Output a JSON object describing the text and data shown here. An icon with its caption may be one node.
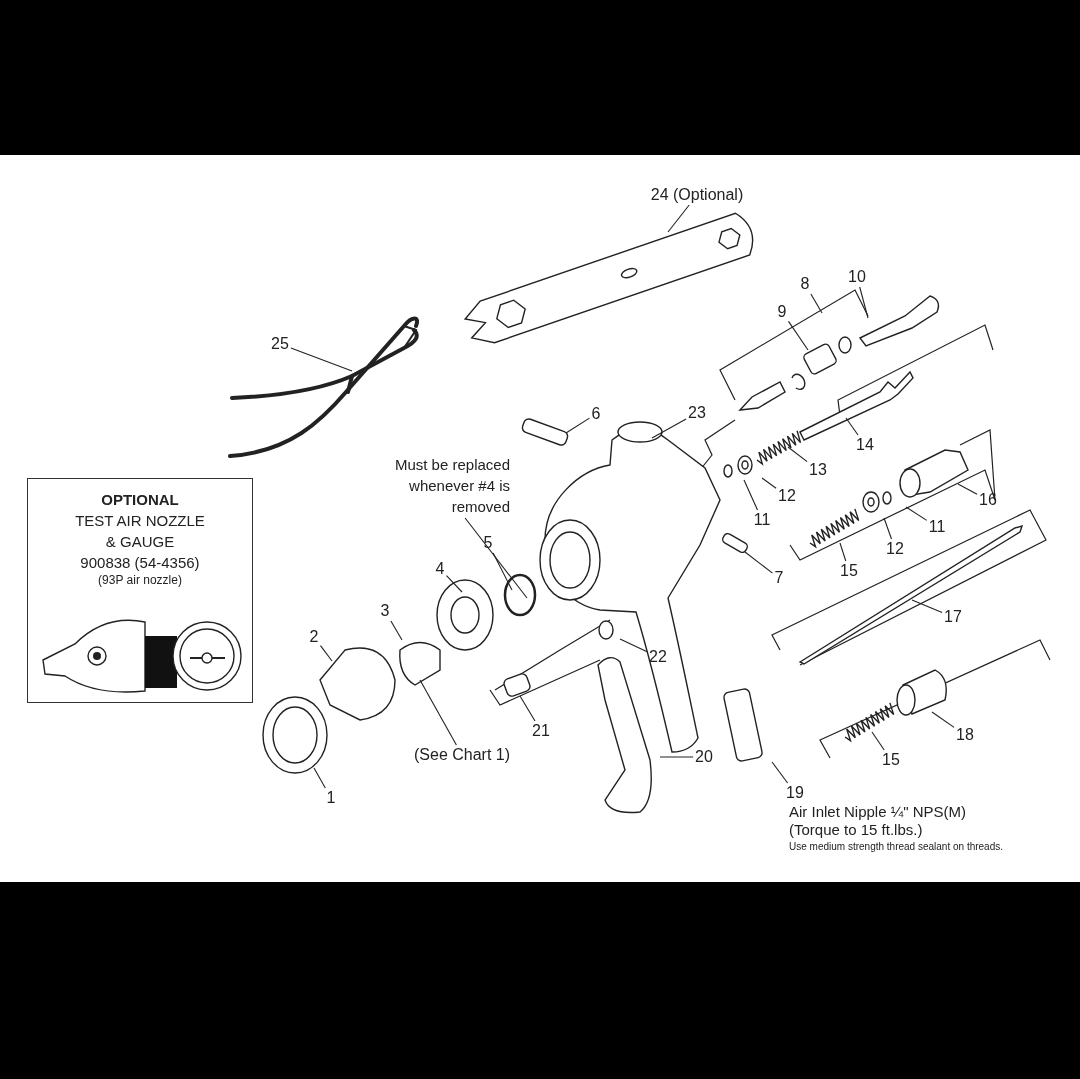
{
  "diagram": {
    "nodes": [
      {
        "text": [
          "24 (Optional)"
        ]
      },
      {
        "text": [
          "25"
        ]
      },
      {
        "text": [
          "8"
        ]
      },
      {
        "text": [
          "10"
        ]
      },
      {
        "text": [
          "9"
        ]
      },
      {
        "text": [
          "6"
        ]
      },
      {
        "text": [
          "23"
        ]
      },
      {
        "text": [
          "Must be replaced whenever #4 is removed"
        ]
      },
      {
        "text": [
          "OPTIONAL",
          "TEST AIR NOZZLE & GAUGE",
          "900838 (54-4356)",
          "(93P air nozzle)"
        ]
      },
      {
        "text": [
          "14"
        ]
      },
      {
        "text": [
          "13"
        ]
      },
      {
        "text": [
          "12"
        ]
      },
      {
        "text": [
          "11"
        ]
      },
      {
        "text": [
          "16"
        ]
      },
      {
        "text": [
          "11"
        ]
      },
      {
        "text": [
          "12"
        ]
      },
      {
        "text": [
          "5"
        ]
      },
      {
        "text": [
          "4"
        ]
      },
      {
        "text": [
          "15"
        ]
      },
      {
        "text": [
          "7"
        ]
      },
      {
        "text": [
          "3"
        ]
      },
      {
        "text": [
          "17"
        ]
      },
      {
        "text": [
          "2"
        ]
      },
      {
        "text": [
          "22"
        ]
      },
      {
        "text": [
          "21"
        ]
      },
      {
        "text": [
          "(See Chart 1)"
        ]
      },
      {
        "text": [
          "20"
        ]
      },
      {
        "text": [
          "18"
        ]
      },
      {
        "text": [
          "15"
        ]
      },
      {
        "text": [
          "1"
        ]
      },
      {
        "text": [
          "19"
        ]
      }
    ],
    "edges": [
      {
        "from": 0,
        "to": null,
        "arrow": "none"
      },
      {
        "from": 1,
        "to": null,
        "arrow": "none"
      },
      {
        "from": 2,
        "to": null,
        "arrow": "none"
      },
      {
        "from": 3,
        "to": null,
        "arrow": "none"
      },
      {
        "from": 4,
        "to": null,
        "arrow": "none"
      },
      {
        "from": 5,
        "to": null,
        "arrow": "none"
      },
      {
        "from": 6,
        "to": null,
        "arrow": "none"
      },
      {
        "from": 7,
        "to": null,
        "arrow": "none"
      },
      {
        "from": 9,
        "to": null,
        "arrow": "none"
      },
      {
        "from": 10,
        "to": null,
        "arrow": "none"
      },
      {
        "from": 11,
        "to": null,
        "arrow": "none"
      },
      {
        "from": 12,
        "to": null,
        "arrow": "none"
      },
      {
        "from": 13,
        "to": null,
        "arrow": "none"
      },
      {
        "from": 14,
        "to": null,
        "arrow": "none"
      },
      {
        "from": 15,
        "to": null,
        "arrow": "none"
      },
      {
        "from": 16,
        "to": null,
        "arrow": "none"
      },
      {
        "from": 17,
        "to": null,
        "arrow": "none"
      },
      {
        "from": 18,
        "to": null,
        "arrow": "none"
      },
      {
        "from": 19,
        "to": null,
        "arrow": "none"
      },
      {
        "from": 20,
        "to": null,
        "arrow": "none"
      },
      {
        "from": 21,
        "to": null,
        "arrow": "none"
      },
      {
        "from": 22,
        "to": null,
        "arrow": "none"
      },
      {
        "from": 23,
        "to": null,
        "arrow": "none"
      },
      {
        "from": 24,
        "to": null,
        "arrow": "none"
      },
      {
        "from": 25,
        "to": null,
        "arrow": "none"
      },
      {
        "from": 26,
        "to": null,
        "arrow": "none"
      },
      {
        "from": 27,
        "to": null,
        "arrow": "none"
      },
      {
        "from": 28,
        "to": null,
        "arrow": "none"
      },
      {
        "from": 29,
        "to": null,
        "arrow": "none"
      },
      {
        "from": 30,
        "to": null,
        "arrow": "none"
      }
    ],
    "labels": [
      "Air Inlet Nipple ¼\" NPS(M)",
      "(Torque to 15 ft.lbs.)",
      "Use medium strength thread sealant on threads."
    ]
  }
}
